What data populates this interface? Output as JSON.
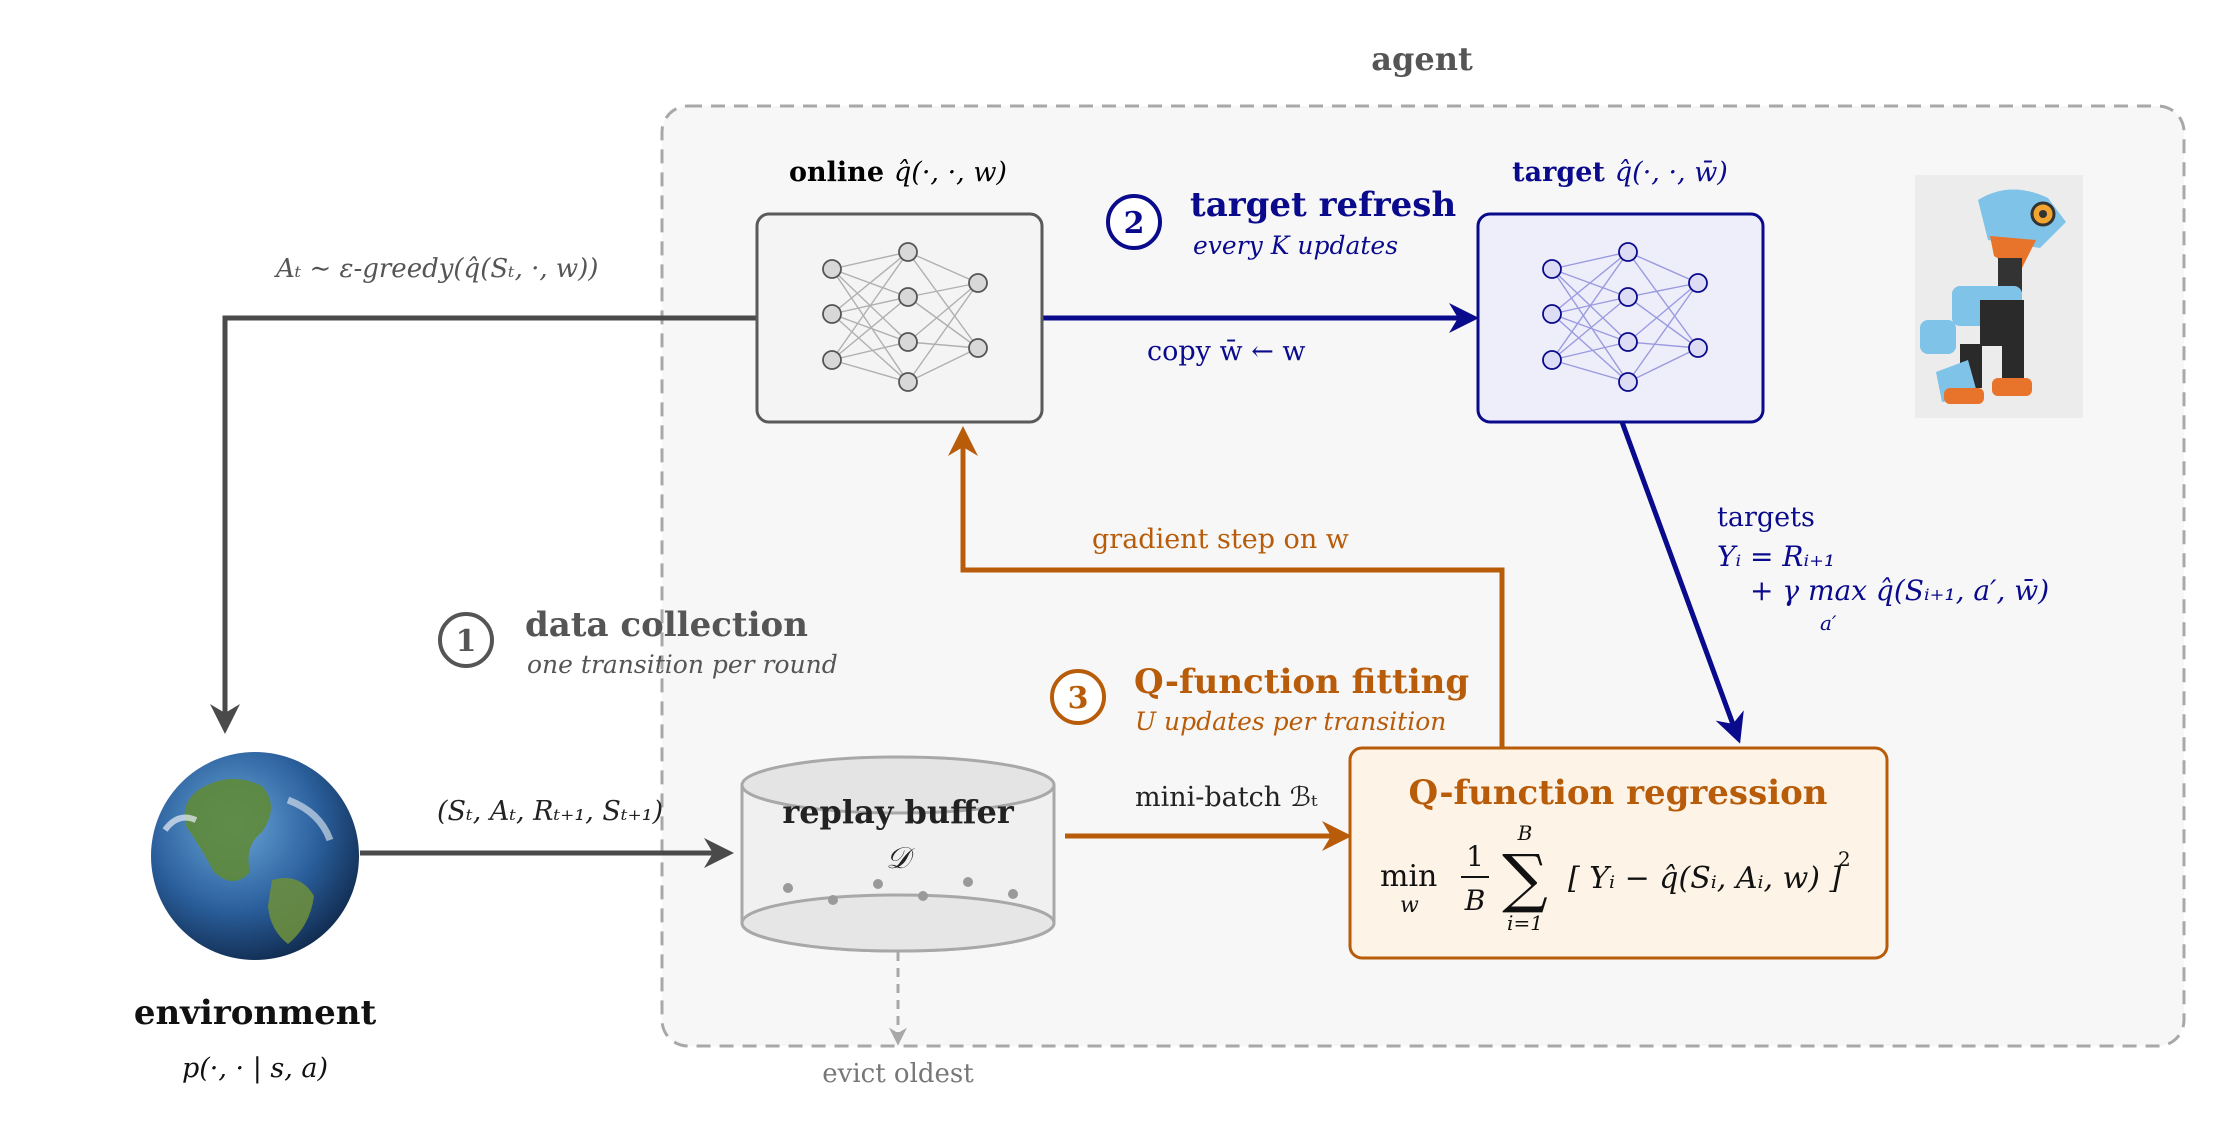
{
  "agent": {
    "title": "agent"
  },
  "online_net": {
    "label_bold": "online",
    "label_math": "q̂(·, ·, w)"
  },
  "target_net": {
    "label_bold": "target",
    "label_math": "q̂(·, ·, w̄)"
  },
  "step2": {
    "number": "2",
    "title": "target refresh",
    "subtitle": "every K updates",
    "copy_label": "copy w̄ ← w"
  },
  "step1": {
    "number": "1",
    "title": "data collection",
    "subtitle": "one transition per round"
  },
  "step3": {
    "number": "3",
    "title": "Q-function fitting",
    "subtitle": "U updates per transition"
  },
  "action_label": "Aₜ ∼ ε-greedy(q̂(Sₜ, ·, w))",
  "transition_label": "(Sₜ, Aₜ, Rₜ₊₁, Sₜ₊₁)",
  "gradient_label": "gradient step on w",
  "targets": {
    "line1": "targets",
    "line2": "Yᵢ = Rᵢ₊₁",
    "line3": "+ γ max q̂(Sᵢ₊₁, a′, w̄)",
    "line3_sub": "a′"
  },
  "replay": {
    "title": "replay buffer",
    "symbol": "𝒟",
    "evict": "evict oldest"
  },
  "minibatch_label": "mini-batch ℬₜ",
  "regression": {
    "title": "Q-function regression",
    "min": "min",
    "min_sub": "w",
    "frac_num": "1",
    "frac_den": "B",
    "sum_top": "B",
    "sum_bot": "i=1",
    "body": "[ Yᵢ − q̂(Sᵢ, Aᵢ, w) ]",
    "power": "2"
  },
  "environment": {
    "title": "environment",
    "dist": "p(·, · | s, a)"
  },
  "colors": {
    "gray_arrow": "#4a4a4a",
    "blue": "#0a0a8c",
    "orange": "#b85c0a",
    "orange_fill": "#fdf3e6",
    "blue_fill": "#eeeefb",
    "panel_fill": "#f7f7f7"
  }
}
